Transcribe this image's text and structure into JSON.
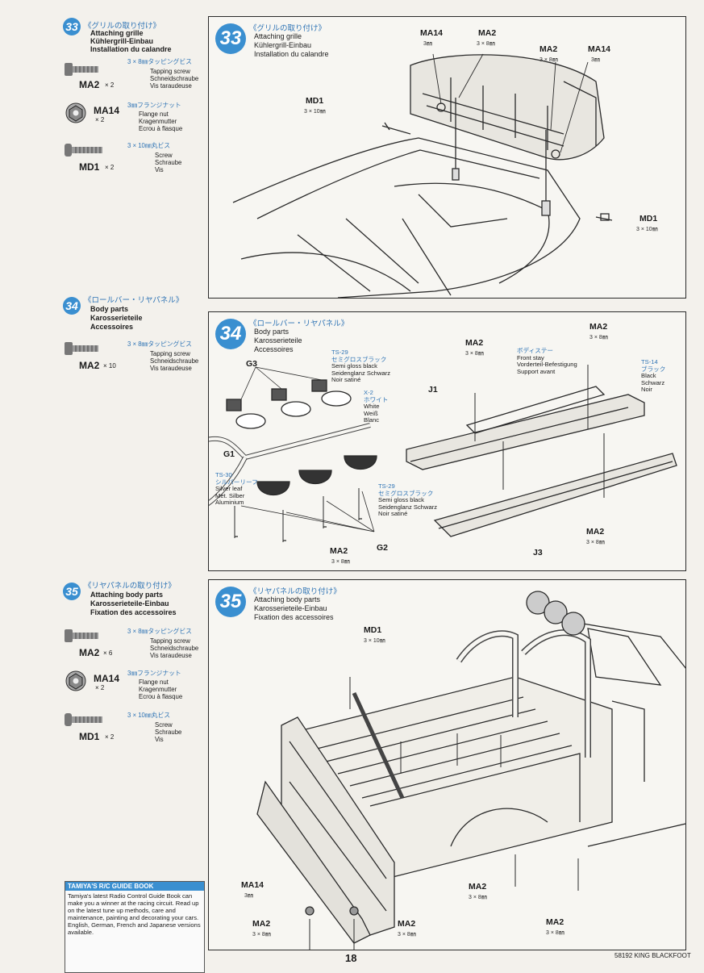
{
  "colors": {
    "accent": "#3a8fd0",
    "line": "#2a2a2a",
    "paper": "#f3f1ec"
  },
  "step33": {
    "num": "33",
    "jp": "《グリルの取り付け》",
    "en": "Attaching grille",
    "de": "Kühlergrill-Einbau",
    "fr": "Installation du calandre",
    "parts": [
      {
        "code": "MA2",
        "qty": "× 2",
        "size": "3 × 8㎜タッピングビス",
        "en": "Tapping screw",
        "de": "Schneidschraube",
        "fr": "Vis taraudeuse",
        "icon": "tapping-screw-icon"
      },
      {
        "code": "MA14",
        "qty": "× 2",
        "size": "3㎜フランジナット",
        "en": "Flange nut",
        "de": "Kragenmutter",
        "fr": "Ecrou à flasque",
        "icon": "flange-nut-icon"
      },
      {
        "code": "MD1",
        "qty": "× 2",
        "size": "3 × 10㎜丸ビス",
        "en": "Screw",
        "de": "Schraube",
        "fr": "Vis",
        "icon": "screw-icon"
      }
    ],
    "diagram": {
      "labels": [
        {
          "code": "MD1",
          "size": "3 × 10㎜"
        },
        {
          "code": "MA14",
          "size": "3㎜"
        },
        {
          "code": "MA2",
          "size": "3 × 8㎜"
        },
        {
          "code": "MA2",
          "size": "3 × 8㎜"
        },
        {
          "code": "MA14",
          "size": "3㎜"
        },
        {
          "code": "MD1",
          "size": "3 × 10㎜"
        }
      ]
    }
  },
  "step34": {
    "num": "34",
    "jp": "《ロールバー・リヤパネル》",
    "en": "Body parts",
    "de": "Karosserieteile",
    "fr": "Accessoires",
    "parts": [
      {
        "code": "MA2",
        "qty": "× 10",
        "size": "3 × 8㎜タッピングビス",
        "en": "Tapping screw",
        "de": "Schneidschraube",
        "fr": "Vis taraudeuse",
        "icon": "tapping-screw-icon"
      }
    ],
    "diagram": {
      "g3": "G3",
      "g1": "G1",
      "g2": "G2",
      "j1": "J1",
      "j3": "J3",
      "ma2_left": "MA2",
      "ma2_left_size": "3 × 8㎜",
      "ma2_top1": "MA2",
      "ma2_top1_size": "3 × 8㎜",
      "ma2_top2": "MA2",
      "ma2_top2_size": "3 × 8㎜",
      "ma2_right": "MA2",
      "ma2_right_size": "3 × 8㎜",
      "ts29a": {
        "code": "TS-29",
        "jp": "セミグロスブラック",
        "en": "Semi gloss black",
        "de": "Seidenglanz Schwarz",
        "fr": "Noir satiné"
      },
      "x2": {
        "code": "X-2",
        "jp": "ホワイト",
        "en": "White",
        "de": "Weiß",
        "fr": "Blanc"
      },
      "ts30": {
        "code": "TS-30",
        "jp": "シルバーリーフ",
        "en": "Silver leaf",
        "de": "Met. Silber",
        "fr": "Aluminium"
      },
      "ts29b": {
        "code": "TS-29",
        "jp": "セミグロスブラック",
        "en": "Semi gloss black",
        "de": "Seidenglanz Schwarz",
        "fr": "Noir satiné"
      },
      "ts14": {
        "code": "TS-14",
        "jp": "ブラック",
        "en": "Black",
        "de": "Schwarz",
        "fr": "Noir"
      },
      "stay": {
        "jp": "ボディステー",
        "en": "Front stay",
        "de": "Vorderteil-Befestigung",
        "fr": "Support avant"
      }
    }
  },
  "step35": {
    "num": "35",
    "jp": "《リヤパネルの取り付け》",
    "en": "Attaching body parts",
    "de": "Karosserieteile-Einbau",
    "fr": "Fixation des accessoires",
    "parts": [
      {
        "code": "MA2",
        "qty": "× 6",
        "size": "3 × 8㎜タッピングビス",
        "en": "Tapping screw",
        "de": "Schneidschraube",
        "fr": "Vis taraudeuse",
        "icon": "tapping-screw-icon"
      },
      {
        "code": "MA14",
        "qty": "× 2",
        "size": "3㎜フランジナット",
        "en": "Flange nut",
        "de": "Kragenmutter",
        "fr": "Ecrou à flasque",
        "icon": "flange-nut-icon"
      },
      {
        "code": "MD1",
        "qty": "× 2",
        "size": "3 × 10㎜丸ビス",
        "en": "Screw",
        "de": "Schraube",
        "fr": "Vis",
        "icon": "screw-icon"
      }
    ],
    "diagram": {
      "md1": "MD1",
      "md1_size": "3 × 10㎜",
      "ma14": "MA14",
      "ma14_size": "3㎜",
      "ma2a": "MA2",
      "ma2b": "MA2",
      "ma2c": "MA2",
      "ma2d": "MA2",
      "ma2_size": "3 × 8㎜"
    }
  },
  "guide": {
    "title": "TAMIYA'S R/C GUIDE BOOK",
    "body": "Tamiya's latest Radio Control Guide Book can make you a winner at the racing circuit. Read up on the latest tune up methods, care and maintenance, painting and decorating your cars. English, German, French and Japanese versions available."
  },
  "footer": {
    "page": "18",
    "model": "58192 KING BLACKFOOT"
  }
}
